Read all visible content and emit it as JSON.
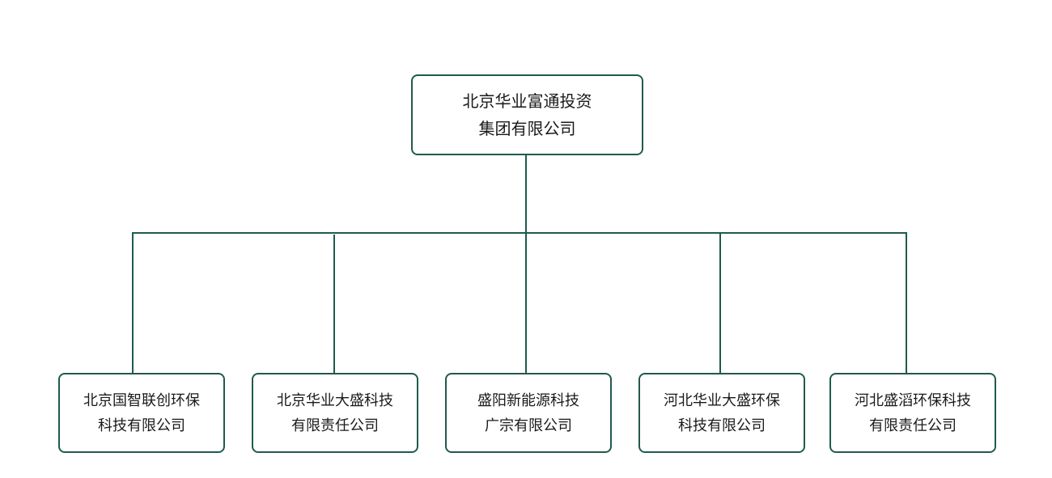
{
  "colors": {
    "line": "#1f5a4e",
    "border": "#1f5a4e",
    "text": "#1a1a1a",
    "background": "#ffffff"
  },
  "root": {
    "line1": "北京华业富通投资",
    "line2": "集团有限公司"
  },
  "children": [
    {
      "line1": "北京国智联创环保",
      "line2": "科技有限公司"
    },
    {
      "line1": "北京华业大盛科技",
      "line2": "有限责任公司"
    },
    {
      "line1": "盛阳新能源科技",
      "line2": "广宗有限公司"
    },
    {
      "line1": "河北华业大盛环保",
      "line2": "科技有限公司"
    },
    {
      "line1": "河北盛滔环保科技",
      "line2": "有限责任公司"
    }
  ]
}
